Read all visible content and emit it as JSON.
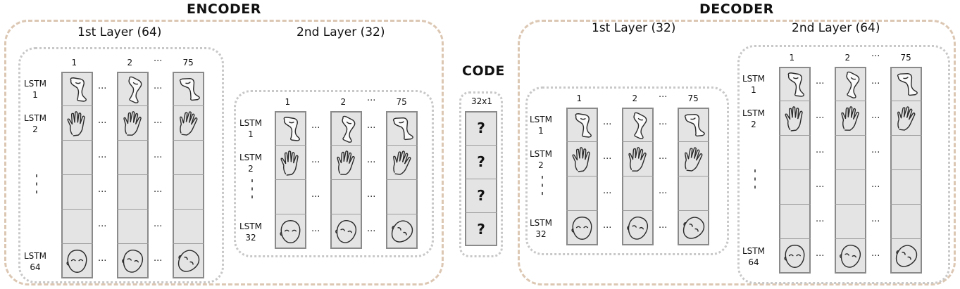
{
  "titles": {
    "encoder": "ENCODER",
    "decoder": "DECODER",
    "code": "CODE"
  },
  "encoder": {
    "layer1": {
      "label": "1st Layer (64)",
      "col_labels": [
        "1",
        "2",
        "75"
      ],
      "row_labels": [
        [
          "LSTM",
          "1"
        ],
        [
          "LSTM",
          "2"
        ],
        [
          "LSTM",
          "64"
        ]
      ]
    },
    "layer2": {
      "label": "2nd Layer (32)",
      "col_labels": [
        "1",
        "2",
        "75"
      ],
      "row_labels": [
        [
          "LSTM",
          "1"
        ],
        [
          "LSTM",
          "2"
        ],
        [
          "LSTM",
          "32"
        ]
      ]
    }
  },
  "code": {
    "size_label": "32x1",
    "cell_symbol": "?"
  },
  "decoder": {
    "layer1": {
      "label": "1st Layer (32)",
      "col_labels": [
        "1",
        "2",
        "75"
      ],
      "row_labels": [
        [
          "LSTM",
          "1"
        ],
        [
          "LSTM",
          "2"
        ],
        [
          "LSTM",
          "32"
        ]
      ]
    },
    "layer2": {
      "label": "2nd Layer (64)",
      "col_labels": [
        "1",
        "2",
        "75"
      ],
      "row_labels": [
        [
          "LSTM",
          "1"
        ],
        [
          "LSTM",
          "2"
        ],
        [
          "LSTM",
          "64"
        ]
      ]
    }
  },
  "ellipsis": {
    "horizontal": "···",
    "vertical": "⋮"
  },
  "icons": [
    "leg-icon",
    "hand-icon",
    "head-icon"
  ],
  "colors": {
    "outer_border": "#dcc7b3",
    "inner_border": "#c8c8c8",
    "cell_fill": "#e4e4e4",
    "cell_border": "#8a8a8a"
  }
}
